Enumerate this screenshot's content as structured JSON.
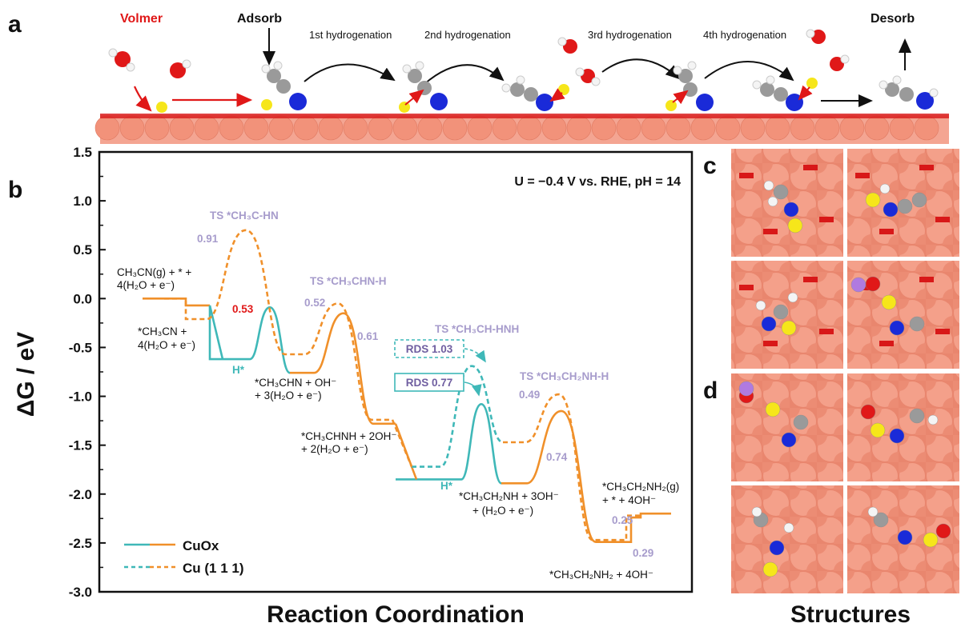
{
  "panel_a": {
    "letter": "a",
    "volmer": "Volmer",
    "adsorb": "Adsorb",
    "h1": "1st hydrogenation",
    "h2": "2nd hydrogenation",
    "h3": "3rd hydrogenation",
    "h4": "4th hydrogenation",
    "desorb": "Desorb"
  },
  "panel_b": {
    "letter": "b",
    "condition": "U = −0.4 V vs. RHE, pH = 14",
    "ylabel": "ΔG / eV",
    "xlabel": "Reaction Coordination",
    "legend": {
      "cuox": "CuOx",
      "cu111": "Cu (1 1 1)"
    },
    "labels": {
      "start1": "CH₃CN(g) + * +",
      "start2": "4(H₂O + e⁻)",
      "ads1": "*CH₃CN +",
      "ads2": "4(H₂O + e⁻)",
      "hstar1": "H*",
      "hstar2": "H*",
      "ts1": "TS *CH₃C-HN",
      "ts2": "TS *CH₃CHN-H",
      "ts3": "TS *CH₃CH-HNH",
      "ts4": "TS *CH₃CH₂NH-H",
      "i1a": "*CH₃CHN + OH⁻",
      "i1b": "+ 3(H₂O + e⁻)",
      "i2a": "*CH₃CHNH + 2OH⁻",
      "i2b": "+ 2(H₂O + e⁻)",
      "i3a": "*CH₃CH₂NH + 3OH⁻",
      "i3b": "+ (H₂O + e⁻)",
      "end1": "*CH₃CH₂NH₂(g)",
      "end2": "+ * + 4OH⁻",
      "final": "*CH₃CH₂NH₂ + 4OH⁻",
      "v091": "0.91",
      "v053": "0.53",
      "v052": "0.52",
      "v061": "0.61",
      "rds_cu": "RDS 1.03",
      "rds_cuox": "RDS 0.77",
      "v049": "0.49",
      "v074": "0.74",
      "v025": "0.25",
      "v029": "0.29"
    }
  },
  "panel_c": {
    "letter": "c"
  },
  "panel_d": {
    "letter": "d"
  },
  "structures_label": "Structures",
  "colors": {
    "cuox": "#3fb8b8",
    "cu111": "#f0902a",
    "barrier_label": "#a79ccc",
    "red_label": "#e01818",
    "copper": "#f2927a"
  },
  "chart_data": {
    "type": "line",
    "title": "",
    "xlabel": "Reaction Coordination",
    "ylabel": "ΔG / eV",
    "ylim": [
      -3.0,
      1.5
    ],
    "yticks": [
      "1.5",
      "1.0",
      "0.5",
      "0.0",
      "-0.5",
      "-1.0",
      "-1.5",
      "-2.0",
      "-2.5",
      "-3.0"
    ],
    "series": [
      {
        "name": "CuOx",
        "style": "solid",
        "states": [
          0.0,
          -0.07,
          -0.62,
          -0.09,
          -0.76,
          -0.15,
          -1.28,
          -1.85,
          -1.08,
          -1.89,
          -1.15,
          -2.49,
          -2.24,
          -2.2
        ],
        "barriers": {
          "step1": 0.53,
          "step2": 0.61,
          "step3": 0.77,
          "step4": 0.74,
          "desorb": 0.29
        }
      },
      {
        "name": "Cu (1 1 1)",
        "style": "dashed",
        "states": [
          0.0,
          -0.21,
          0.7,
          -0.57,
          -0.05,
          -1.24,
          -1.72,
          -0.69,
          -1.47,
          -0.98,
          -2.47,
          -2.22
        ],
        "barriers": {
          "step1": 0.91,
          "step2": 0.52,
          "step3": 1.03,
          "step4": 0.49,
          "desorb": 0.25
        }
      }
    ]
  }
}
